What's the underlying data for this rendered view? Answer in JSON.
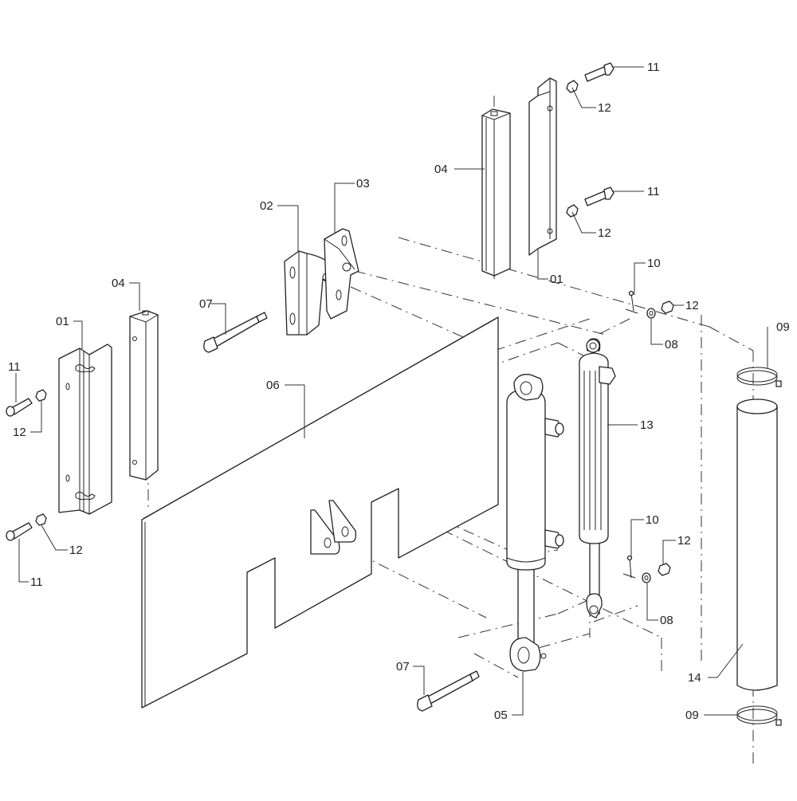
{
  "diagram": {
    "type": "exploded-parts-diagram",
    "line_color": "#222222",
    "background": "#ffffff",
    "parts": [
      {
        "id": "01",
        "description": "angle bracket"
      },
      {
        "id": "02",
        "description": "hinge bracket"
      },
      {
        "id": "03",
        "description": "hinge bracket"
      },
      {
        "id": "04",
        "description": "spacer bar"
      },
      {
        "id": "05",
        "description": "hydraulic cylinder"
      },
      {
        "id": "06",
        "description": "base plate"
      },
      {
        "id": "07",
        "description": "pin"
      },
      {
        "id": "08",
        "description": "washer"
      },
      {
        "id": "09",
        "description": "hose clamp"
      },
      {
        "id": "10",
        "description": "cotter pin"
      },
      {
        "id": "11",
        "description": "socket head screw"
      },
      {
        "id": "12",
        "description": "nut"
      },
      {
        "id": "13",
        "description": "gas spring / cylinder"
      },
      {
        "id": "14",
        "description": "protective tube"
      }
    ],
    "callouts": {
      "c11_top_a": "11",
      "c12_top_a": "12",
      "c11_top_b": "11",
      "c12_top_b": "12",
      "c04_top": "04",
      "c01_top": "01",
      "c03": "03",
      "c02": "02",
      "c04_left": "04",
      "c01_left": "01",
      "c07_top": "07",
      "c11_left_a": "11",
      "c12_left_a": "12",
      "c11_left_b": "11",
      "c12_left_b": "12",
      "c06": "06",
      "c10_top": "10",
      "c12_right_a": "12",
      "c08_top": "08",
      "c09_top": "09",
      "c13": "13",
      "c10_bottom": "10",
      "c12_right_b": "12",
      "c08_bottom": "08",
      "c14": "14",
      "c09_bottom": "09",
      "c07_bottom": "07",
      "c05": "05"
    }
  }
}
